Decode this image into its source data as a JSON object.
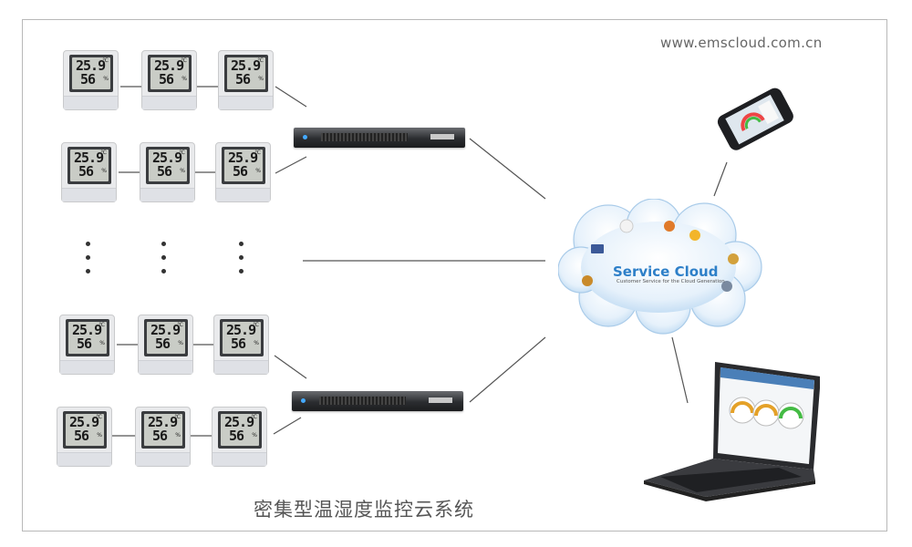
{
  "header": {
    "website": "www.emscloud.com.cn"
  },
  "caption": "密集型温湿度监控云系统",
  "sensor": {
    "temperature": "25.9",
    "temp_unit": "℃",
    "humidity": "56",
    "humidity_unit": "%"
  },
  "cloud": {
    "title": "Service Cloud",
    "subtitle": "Customer Service for the Cloud Generation"
  },
  "colors": {
    "cloud_title": "#2d7fc8",
    "wire": "#555555",
    "frame": "#b8b8b8"
  },
  "icons": [
    "server-icon",
    "cloud-icon",
    "smartphone-icon",
    "laptop-icon",
    "thermo-hygrometer-icon"
  ]
}
